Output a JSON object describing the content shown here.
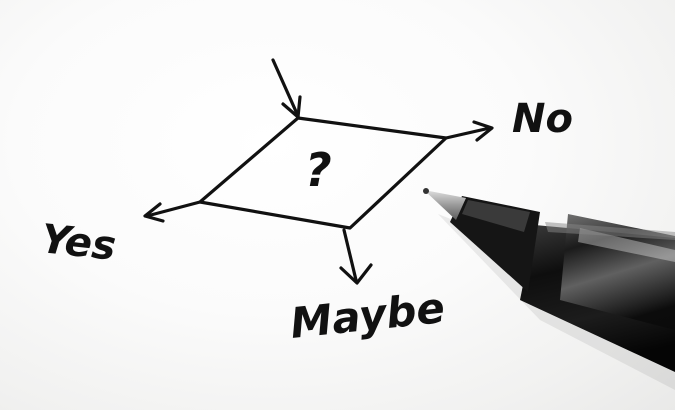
{
  "diagram": {
    "center_symbol": "?",
    "outcomes": {
      "left": "Yes",
      "right": "No",
      "bottom": "Maybe"
    }
  },
  "colors": {
    "paper": "#f7f7f6",
    "ink": "#111111",
    "pen_body": "#1a1a1a",
    "pen_tip": "#a8a8a8"
  },
  "objects": [
    "flowchart-diamond",
    "incoming-arrow",
    "yes-arrow",
    "no-arrow",
    "maybe-arrow",
    "ballpoint-pen"
  ]
}
